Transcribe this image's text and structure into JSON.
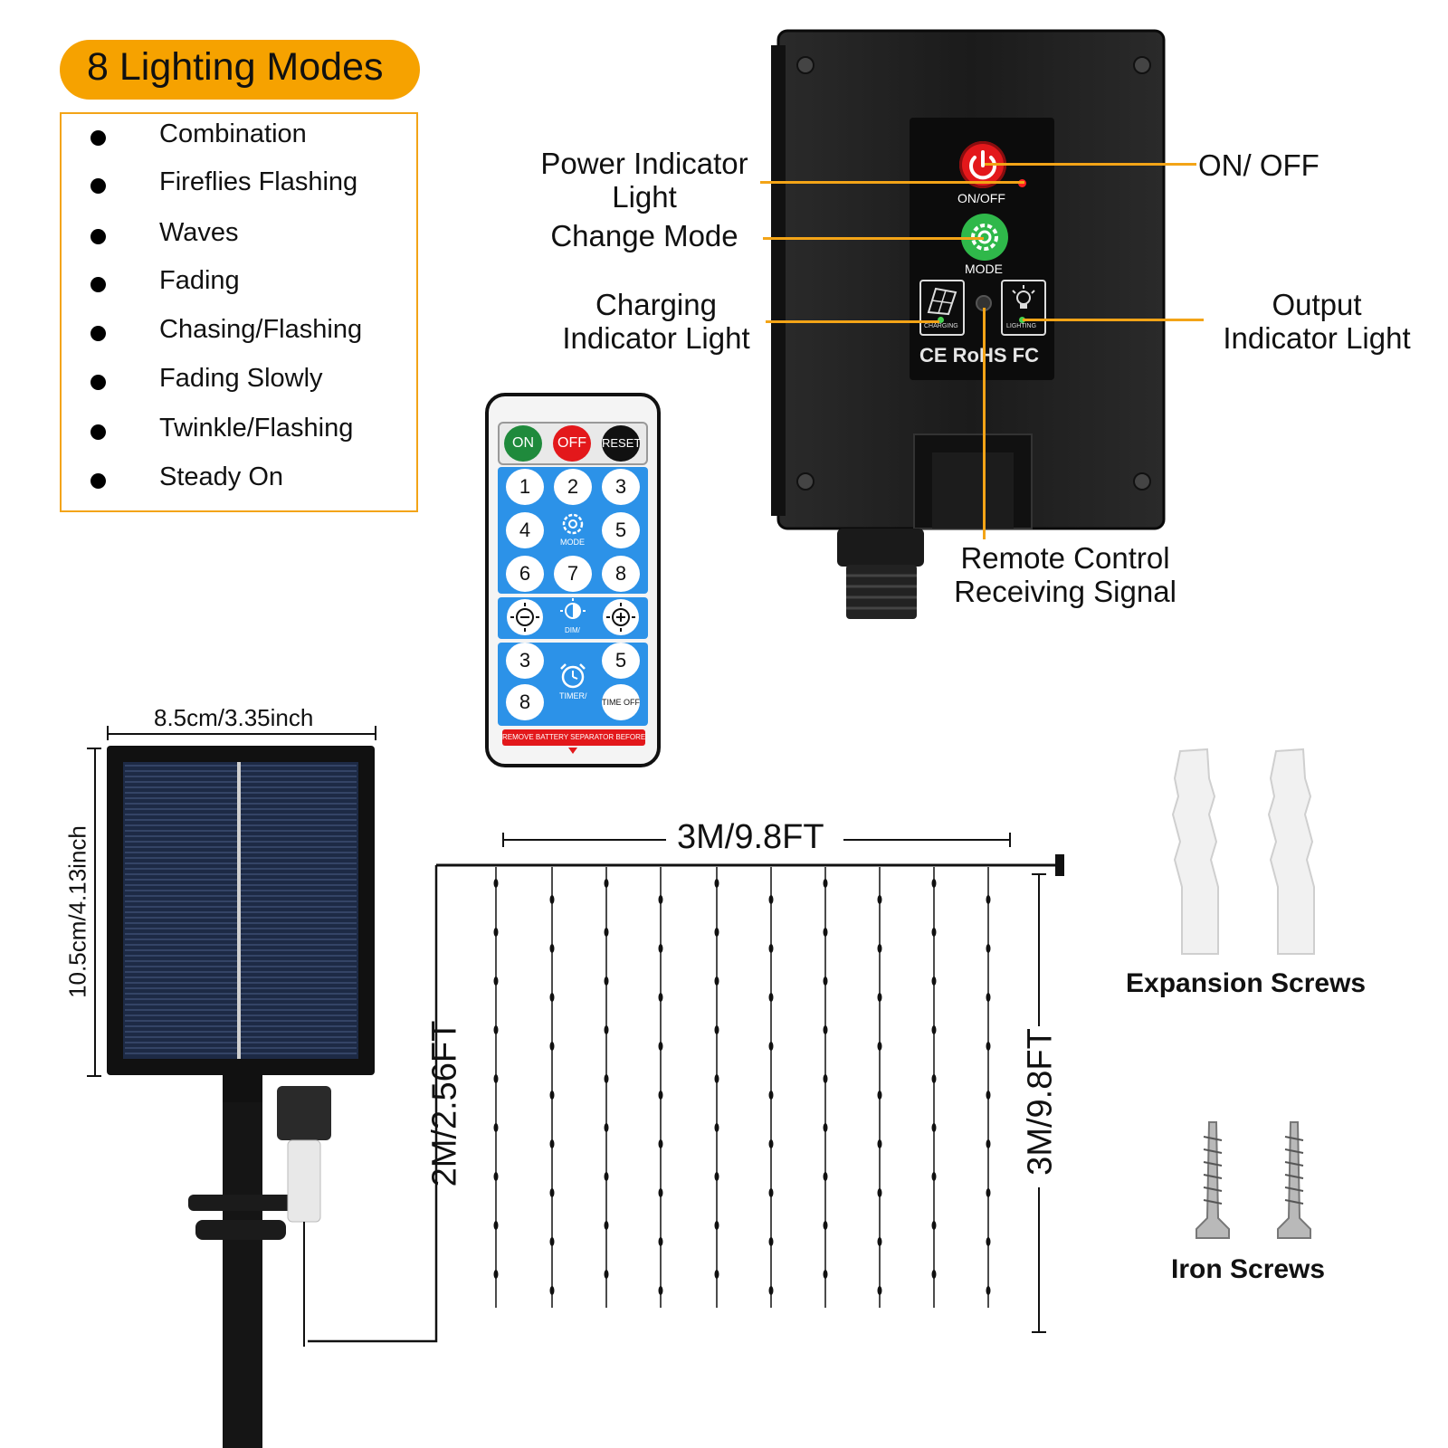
{
  "modes": {
    "title": "8 Lighting Modes",
    "items": [
      "Combination",
      "Fireflies Flashing",
      "Waves",
      "Fading",
      "Chasing/Flashing",
      "Fading Slowly",
      "Twinkle/Flashing",
      "Steady On"
    ]
  },
  "controller": {
    "onoff_label": "ON/OFF",
    "mode_label": "MODE",
    "charging_label": "CHARGING",
    "lighting_label": "LIGHTING",
    "certs": "CE RoHS FC"
  },
  "callouts": {
    "power_indicator": "Power Indicator Light",
    "power_indicator_l1": "Power Indicator",
    "power_indicator_l2": "Light",
    "change_mode": "Change Mode",
    "charging_l1": "Charging",
    "charging_l2": "Indicator Light",
    "on_off": "ON/ OFF",
    "output_l1": "Output",
    "output_l2": "Indicator Light",
    "remote_l1": "Remote Control",
    "remote_l2": "Receiving Signal"
  },
  "remote": {
    "on": "ON",
    "off": "OFF",
    "reset": "RESET",
    "row1": [
      "1",
      "2",
      "3"
    ],
    "row2_left": "4",
    "row2_mode": "MODE",
    "row2_right": "5",
    "row3": [
      "6",
      "7",
      "8"
    ],
    "dim_label": "DIM/",
    "row5_left": "3",
    "row5_right": "5",
    "row6_left": "8",
    "timer_label": "TIMER/",
    "time_off": "TIME OFF",
    "footer": "REMOVE BATTERY SEPARATOR BEFORE USE"
  },
  "dimensions": {
    "panel_width": "8.5cm/3.35inch",
    "panel_height": "10.5cm/4.13inch",
    "curtain_width": "3M/9.8FT",
    "lead_length": "2M/2.56FT",
    "curtain_height": "3M/9.8FT"
  },
  "accessories": {
    "expansion": "Expansion Screws",
    "iron": "Iron Screws"
  },
  "colors": {
    "accent": "#f6a200",
    "power_red": "#e3181b",
    "mode_green": "#2fb84a",
    "remote_blue": "#2c92e8"
  }
}
